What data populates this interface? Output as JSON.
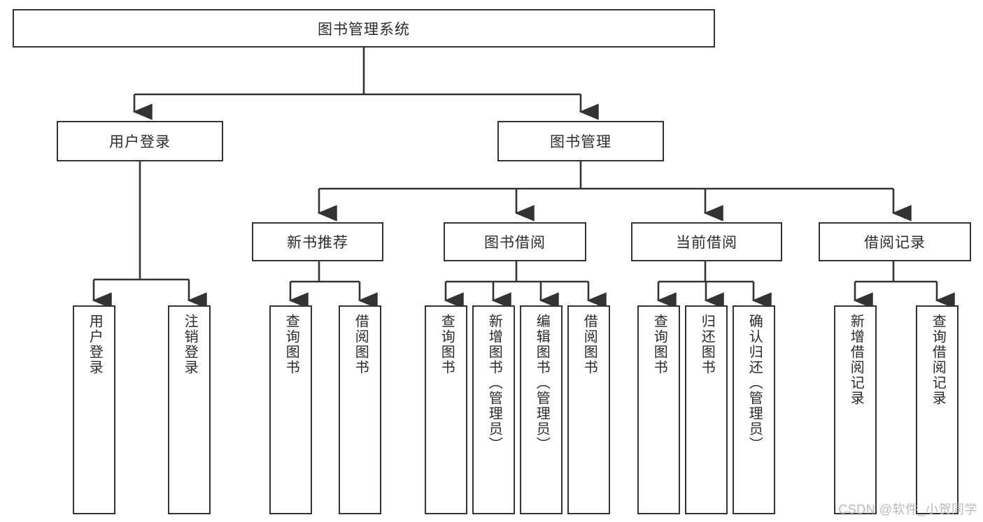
{
  "diagram": {
    "title": "图书管理系统",
    "type": "hierarchy-tree",
    "colors": {
      "stroke": "#333333",
      "fill": "#ffffff",
      "text": "#2b2b2b",
      "watermark": "#b9b9b9"
    }
  },
  "root": {
    "label": "图书管理系统"
  },
  "level2": [
    {
      "label": "用户登录"
    },
    {
      "label": "图书管理"
    }
  ],
  "level3": [
    {
      "label": "新书推荐"
    },
    {
      "label": "图书借阅"
    },
    {
      "label": "当前借阅"
    },
    {
      "label": "借阅记录"
    }
  ],
  "leaves": {
    "user_login": [
      {
        "label": "用户登录"
      },
      {
        "label": "注销登录"
      }
    ],
    "new_book_recommend": [
      {
        "label": "查询图书"
      },
      {
        "label": "借阅图书"
      }
    ],
    "book_borrow": [
      {
        "label": "查询图书"
      },
      {
        "label": "新增图书（管理员）"
      },
      {
        "label": "编辑图书（管理员）"
      },
      {
        "label": "借阅图书"
      }
    ],
    "current_borrow": [
      {
        "label": "查询图书"
      },
      {
        "label": "归还图书"
      },
      {
        "label": "确认归还（管理员）"
      }
    ],
    "borrow_record": [
      {
        "label": "新增借阅记录"
      },
      {
        "label": "查询借阅记录"
      }
    ]
  },
  "watermark": {
    "text": "CSDN @软件_小贺同学"
  }
}
